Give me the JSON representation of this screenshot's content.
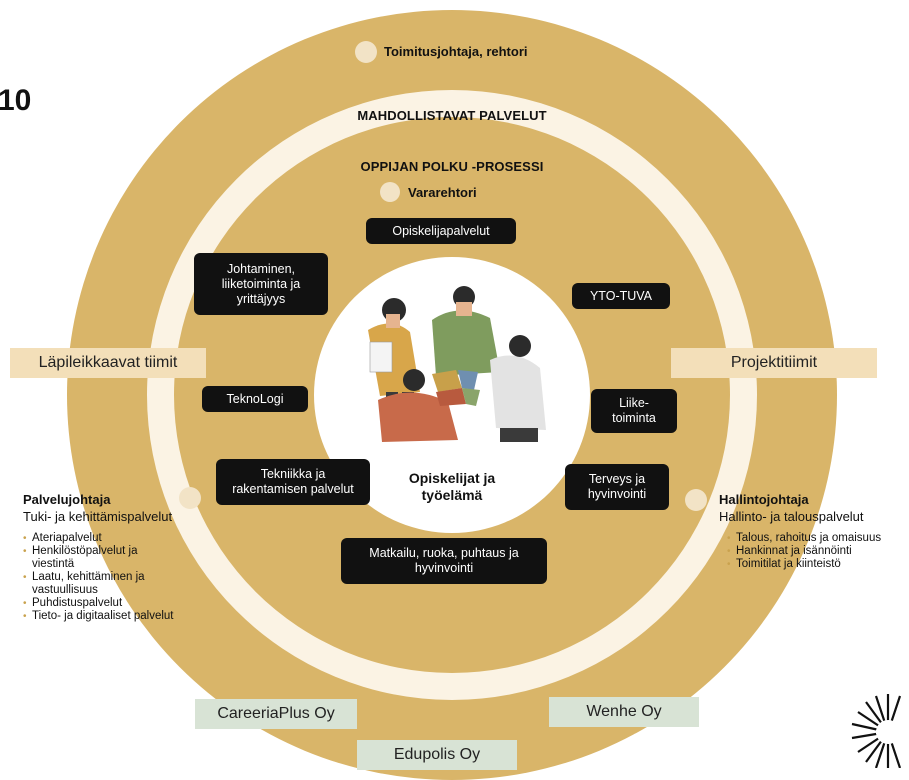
{
  "page": {
    "corner_number": "10"
  },
  "rings": {
    "outer_leader": "Toimitusjohtaja, rehtori",
    "enabling_services": "MAHDOLLISTAVAT PALVELUT",
    "learner_path": "OPPIJAN POLKU -PROSESSI",
    "vice_rector": "Vararehtori"
  },
  "center": {
    "label_line1": "Opiskelijat ja",
    "label_line2": "työelämä"
  },
  "units": {
    "opiskelijapalvelut": "Opiskelijapalvelut",
    "johtaminen": "Johtaminen, liiketoiminta ja yrittäjyys",
    "yto_tuva": "YTO-TUVA",
    "teknologi": "TeknoLogi",
    "liiketoiminta": "Liike-toiminta",
    "tekniikka": "Tekniikka ja rakentamisen palvelut",
    "terveys": "Terveys ja hyvinvointi",
    "matkailu": "Matkailu, ruoka, puhtaus ja hyvinvointi"
  },
  "teams": {
    "cross": "Läpileikkaavat tiimit",
    "project": "Projektitiimit"
  },
  "left_panel": {
    "title": "Palvelujohtaja",
    "subtitle": "Tuki- ja kehittämispalvelut",
    "items": [
      "Ateriapalvelut",
      "Henkilöstöpalvelut ja viestintä",
      "Laatu, kehittäminen ja vastuullisuus",
      "Puhdistuspalvelut",
      "Tieto- ja digitaaliset palvelut"
    ]
  },
  "right_panel": {
    "title": "Hallintojohtaja",
    "subtitle": "Hallinto- ja talouspalvelut",
    "items": [
      "Talous, rahoitus ja omaisuus",
      "Hankinnat ja isännöinti",
      "Toimitilat ja kiinteistö"
    ]
  },
  "companies": {
    "careeria_plus": "CareeriaPlus Oy",
    "wenhe": "Wenhe Oy",
    "edupolis": "Edupolis Oy"
  },
  "colors": {
    "gold": "#d9b569",
    "cream": "#fbf3e4",
    "black": "#111111",
    "sand": "#f3dfb9",
    "sage": "#d8e3d5"
  }
}
